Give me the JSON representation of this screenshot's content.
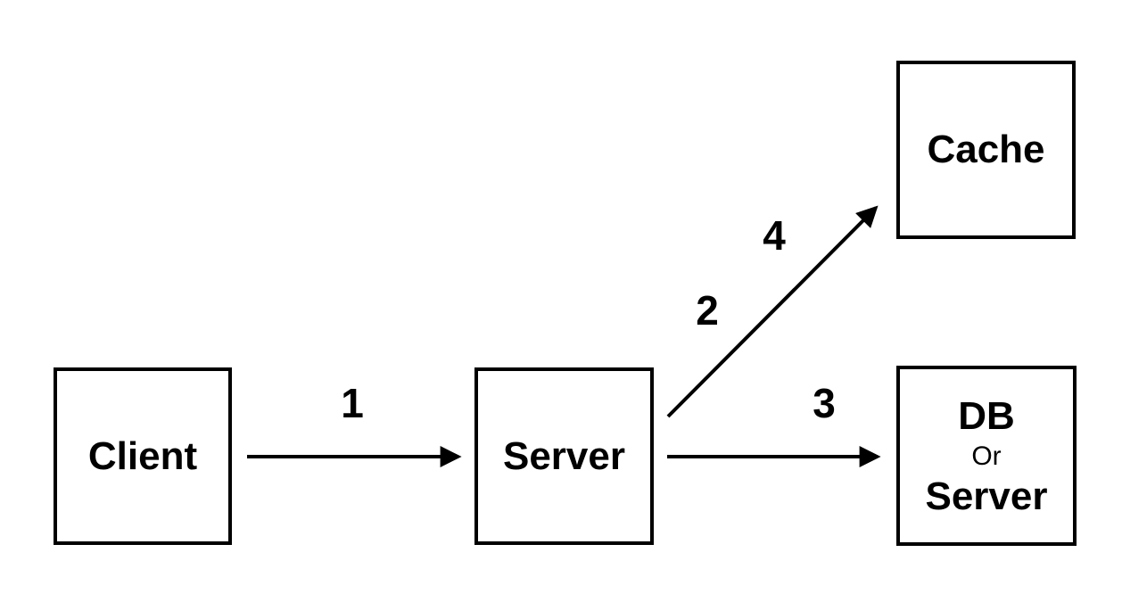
{
  "diagram": {
    "background_color": "#ffffff",
    "stroke_color": "#000000",
    "nodes": {
      "client": {
        "label": "Client"
      },
      "server": {
        "label": "Server"
      },
      "cache": {
        "label": "Cache"
      },
      "db": {
        "line1": "DB",
        "line2": "Or",
        "line3": "Server"
      }
    },
    "edge_labels": [
      {
        "text": "1",
        "edge": "client-to-server"
      },
      {
        "text": "2",
        "edge": "server-to-cache"
      },
      {
        "text": "3",
        "edge": "server-to-db"
      },
      {
        "text": "4",
        "edge": "server-to-cache"
      }
    ],
    "edges": [
      {
        "from": "client",
        "to": "server",
        "type": "straight-arrow"
      },
      {
        "from": "server",
        "to": "cache",
        "type": "diagonal-arrow"
      },
      {
        "from": "server",
        "to": "db",
        "type": "straight-arrow"
      }
    ]
  }
}
